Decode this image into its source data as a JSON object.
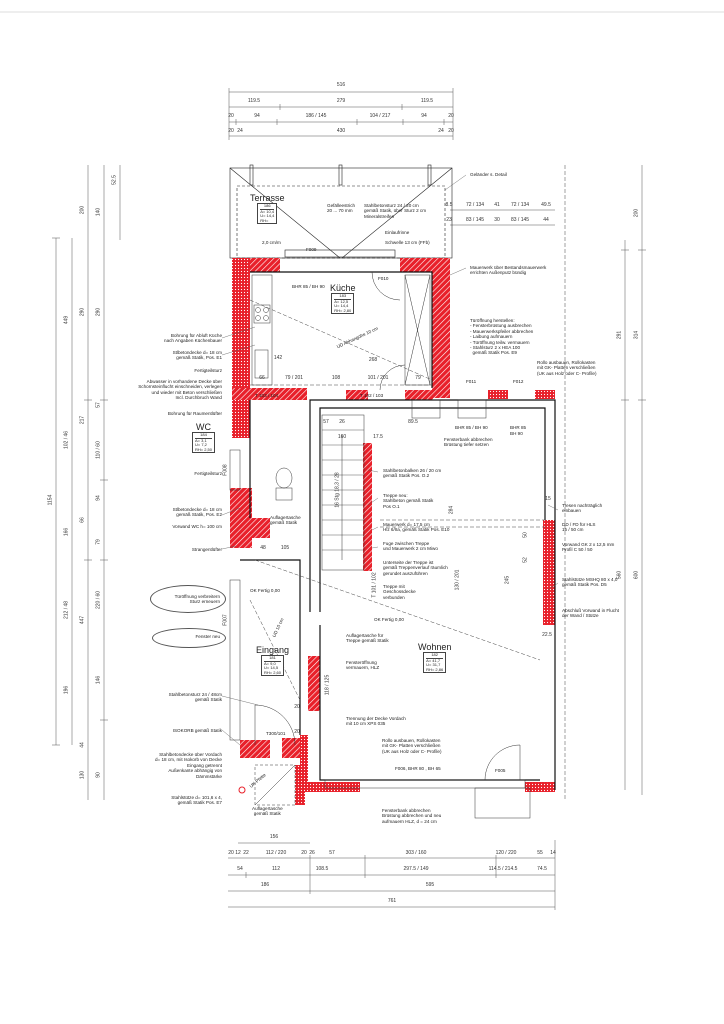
{
  "rooms": {
    "terrasse": {
      "name": "Terrasse",
      "num": "186",
      "a": "A= 10,4",
      "u": "U= 14,4",
      "rh": "RH="
    },
    "kueche": {
      "name": "Küche",
      "num": "183",
      "a": "A= 12,5",
      "u": "U= 14,4",
      "rh": "RH= 2,80"
    },
    "wc": {
      "name": "WC",
      "num": "184",
      "a": "A= 3,1",
      "u": "U= 7,2",
      "rh": "RH= 2,50"
    },
    "eingang": {
      "name": "Eingang",
      "num": "181",
      "a": "A= 9,0",
      "u": "U= 14,5",
      "rh": "RH= 2,60"
    },
    "wohnen": {
      "name": "Wohnen",
      "num": "182",
      "a": "A= 41,7",
      "u": "U= 31,7",
      "rh": "RH= 2,86"
    }
  },
  "labels": {
    "f009": "F009",
    "f010": "F010",
    "f011": "F011",
    "f012": "F012",
    "f005": "F005",
    "f007": "F007",
    "f008": "F008",
    "t103": "T 103 / 104",
    "t102": "T 102 / 103",
    "t101": "T 101 / 102",
    "t300": "T300/101",
    "bhr_kueche": "BHR 85 / BH 90",
    "bhr_f011": "BHR 85 / BH 90",
    "bhr_f012a": "BHR 85",
    "bhr_f012b": "BH 90",
    "f006": "F006, BHR 80 , BH 65",
    "ok1": "OK Fertig 0,00",
    "ok2": "OK Fertig 0,00",
    "ud_kueche": "UD Abhangöhe 10 cm",
    "ud_eingang": "UD 10 cm",
    "gefaelle_dir": "2,0 cm/m",
    "stair": "16 Stg 18,3 / 28",
    "uk_pfette": "UK Pfette",
    "k142": "142",
    "k268": "268",
    "k79a": "79 / 201",
    "k108": "108",
    "k101": "101 / 201",
    "k66": "66",
    "k79": "79",
    "s57": "57",
    "s26": "26",
    "s160": "160",
    "s17": "17.5",
    "s89": "89.5",
    "s15": "15",
    "s50": "50",
    "s52": "52",
    "s284": "284",
    "s245": "245",
    "s130": "130 / 201",
    "s22": "22.5",
    "s48": "48",
    "s105": "105",
    "s118": "118 / 125",
    "s20a": "20",
    "s20b": "20"
  },
  "notes": [
    "Geländer s. Detail",
    "Gefälleestrich\n20 ... 70 mm",
    "Stahlbetonsturz 24 / 20 cm\ngemäß Statik, über Sturz 2 cm\nMineralstreifen",
    "Einlaufrinne",
    "Schwelle 13 cm (FFb)",
    "Mauerwerk über Bestandsmauerwerk\nerrichten Außenputz bündig",
    "Türöffnung herstellen:\n- Fensterbrüstung ausbrechen\n- Mauerwerkspfeiler abbrechen\n- Laibung aufmauern\n- Türöffnung teilw. vermauern\n- Stahlsturz 2 x HEA 100\n  gemäß Statik Pos. E9",
    "Rollo ausbauen, Rollokasten\nmit GK- Platten verschließen\n(UK aus Holz oder C- Profile)",
    "Fensterbank abbrechen\nBrüstung tiefer setzen",
    "Bohrung für Abluft Küche\nnach Angaben Küchenbauer",
    "Stlbetondecke d= 18 cm\ngemäß Statik, Pos. E1",
    "Fertigteilsturz",
    "Abwasser in vorhandene Decke über\nSchornsteinflucht einschneiden, verlegen\nund wieder mit Beton verschließen\nIncl. Durchbruch Wand",
    "Bohrung für Raumentlüfter",
    "Fertigteilsturz",
    "Stlbetondecke d= 18 cm\ngemäß Statik, Pos. E2",
    "Vorwand WC h= 100 cm",
    "Strangentlüfter",
    "Türöffnung verbreitern\nSturz erneuern",
    "Fenster neu",
    "Stahlbetonsturz 24 / 48cm\ngemäß Statik",
    "ISOKORB gemäß Statik",
    "Stahlbetondecke über Vordach\nd= 18 cm, mit Isokorb von Decke\nEingang getrennt\nAußenkante abhängig von\nDämmstärke",
    "Stahlstütze d= 101,6 x 4,\ngemäß Statik Pos. E7",
    "Auflagertasche\ngemäß Statik",
    "Auflagertasche\ngemäß Statik",
    "Stahlbetonbalken 26 / 20 cm\ngemäß Statik Pos. O.2",
    "Treppe neu:\nStahlbeton gemäß Statik\nPos O.1",
    "Mauerwerk d= 17,5 cm\nHlz 6/IIa, gemäß Statik Pos. E10",
    "Fuge zwischen Treppe\nund Mauerwerk 2 cm Miwo",
    "Unterseite der Treppe ist\ngemäß Treppenverlauf räumlich\ngerundet auszuführen",
    "Treppe mit\nGeschossdecke\nverbunden",
    "Auflagertasche für\nTreppe gemäß Statik",
    "Fensteröffnung\nvermauern, HLZ",
    "Trennung der Decke Vordach\nmit 10 cm XPS 035",
    "Rollo ausbauen, Rollokasten\nmit GK- Platten verschließen\n(UK aus Holz oder C- Profile)",
    "Fensterbank abbrechen\nBrüstung abbrechen und neu\naufmauern HLZ, d = 24 cm",
    "Tresen nachträglich\neinbauen",
    "DD / FD für HLS\n15 / 50 cm",
    "Vorwand GK 2 x 12,5 mm\nProfil C 50 / 50",
    "Stahlstütze MSHQ 80 x 4,0\ngemäß Statik Pos. D5",
    "Abschluß Vorwand in Flucht\nder Wand / Stütze"
  ],
  "dims_top": {
    "r1": [
      "516"
    ],
    "r2": [
      "119.5",
      "279",
      "119.5"
    ],
    "r3": [
      "20",
      "94",
      "186 / 145",
      "104 / 217",
      "94",
      "20"
    ],
    "r4": [
      "20",
      "24",
      "430",
      "24",
      "20"
    ],
    "rt1": [
      "8.5",
      "72 / 134",
      "41",
      "72 / 134",
      "49.5"
    ],
    "rt2": [
      "23",
      "83 / 145",
      "30",
      "83 / 145",
      "44"
    ]
  },
  "dims_bottom": {
    "r0": [
      "156"
    ],
    "r1": [
      "20",
      "12",
      "22",
      "112 / 220",
      "20",
      "26",
      "57",
      "303 / 160",
      "120 / 220",
      "55",
      "14"
    ],
    "r2": [
      "54",
      "112",
      "108.5",
      "297.5 / 149",
      "114.5 / 214.5",
      "74.5"
    ],
    "r3": [
      "186",
      "595"
    ],
    "r4": [
      "761"
    ]
  },
  "dims_left": {
    "total": "1154",
    "c1": [
      "449",
      "102 / 46",
      "166",
      "212 / 48",
      "196"
    ],
    "c2": [
      "200",
      "290",
      "217",
      "66",
      "447",
      "44",
      "130"
    ],
    "c3": [
      "140",
      "290",
      "57",
      "110 / 60",
      "94",
      "79",
      "220 / 60",
      "146",
      "90"
    ],
    "c4": [
      "52.5"
    ]
  },
  "dims_right": {
    "c1": [
      "291",
      "560"
    ],
    "c2": [
      "200",
      "314",
      "600"
    ]
  },
  "colors": {
    "wall_new": "#e8202a",
    "line": "#222222",
    "dim": "#555555"
  }
}
